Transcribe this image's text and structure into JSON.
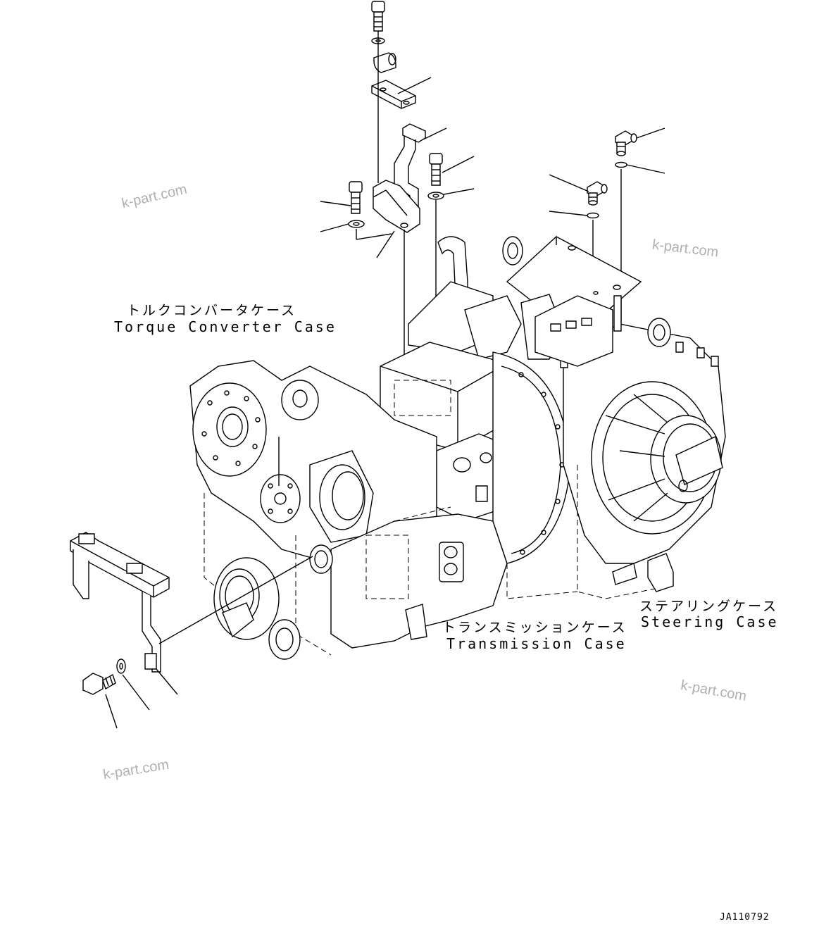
{
  "labels": {
    "torque_converter_case": {
      "jp": "トルクコンバータケース",
      "en": "Torque Converter Case"
    },
    "transmission_case": {
      "jp": "トランスミッションケース",
      "en": "Transmission Case"
    },
    "steering_case": {
      "jp": "ステアリングケース",
      "en": "Steering Case"
    }
  },
  "watermark": "k-part.com",
  "drawing_code": "JA110792"
}
